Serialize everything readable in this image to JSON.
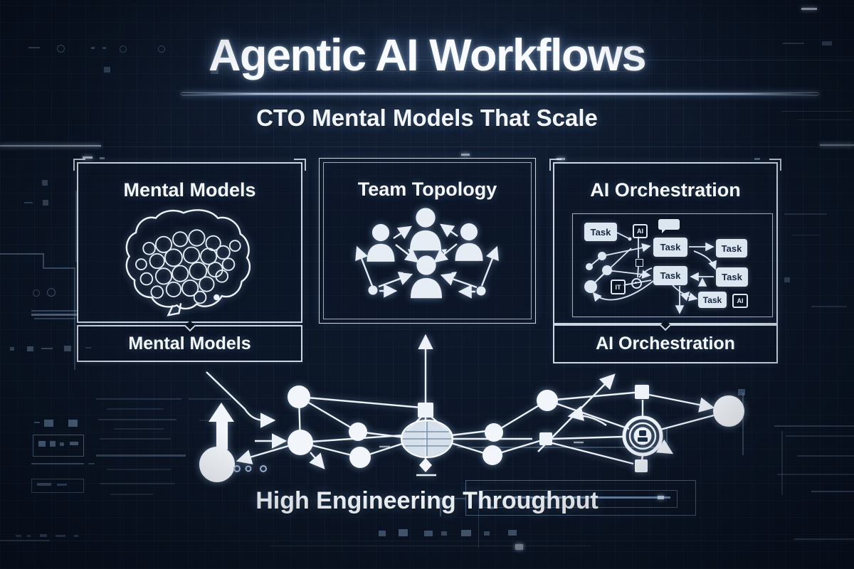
{
  "header": {
    "title": "Agentic AI Workflows",
    "subtitle": "CTO Mental Models That Scale"
  },
  "panels": {
    "mental_models": {
      "header": "Mental Models",
      "footer": "Mental Models",
      "icon": "brain-icon"
    },
    "team_topology": {
      "header": "Team Topology",
      "icon": "team-network-icon"
    },
    "ai_orchestration": {
      "header": "AI Orchestration",
      "footer": "AI Orchestration",
      "icon": "workflow-icon",
      "flowchart": {
        "tasks": [
          "Task",
          "Task",
          "Task",
          "Task",
          "Task",
          "Task"
        ],
        "badges": {
          "ai_top": "AI",
          "ai_bottom": "AI",
          "it": "IT"
        }
      }
    }
  },
  "caption": "High Engineering Throughput",
  "icons": {
    "brain-icon": "line-art brain with cellular texture",
    "team-network-icon": "four person silhouettes linked by arrows",
    "workflow-icon": "task flowchart with AI badges",
    "speech-bubble-icon": "chat bubble",
    "record-icon": "circle with dot",
    "checkbox-icon": "small square outline",
    "up-arrow-icon": "solid block arrow pointing up",
    "down-arrow-icon": "vertical connector with up arrowhead and diamond foot",
    "globe-node-icon": "striped ellipse hub",
    "agent-emblem-icon": "double ring emblem with robot glyph",
    "network-node-icon": "glowing circle / square nodes"
  },
  "colors": {
    "background": "#0a1322",
    "panel_border": "#dce6f1",
    "accent_glow": "#9fc6f0",
    "node_fill": "#eef3f9",
    "task_fill": "#dce6f1",
    "task_text": "#17273f",
    "title_text": "#f8fbff",
    "divider": "#eef6ff"
  }
}
